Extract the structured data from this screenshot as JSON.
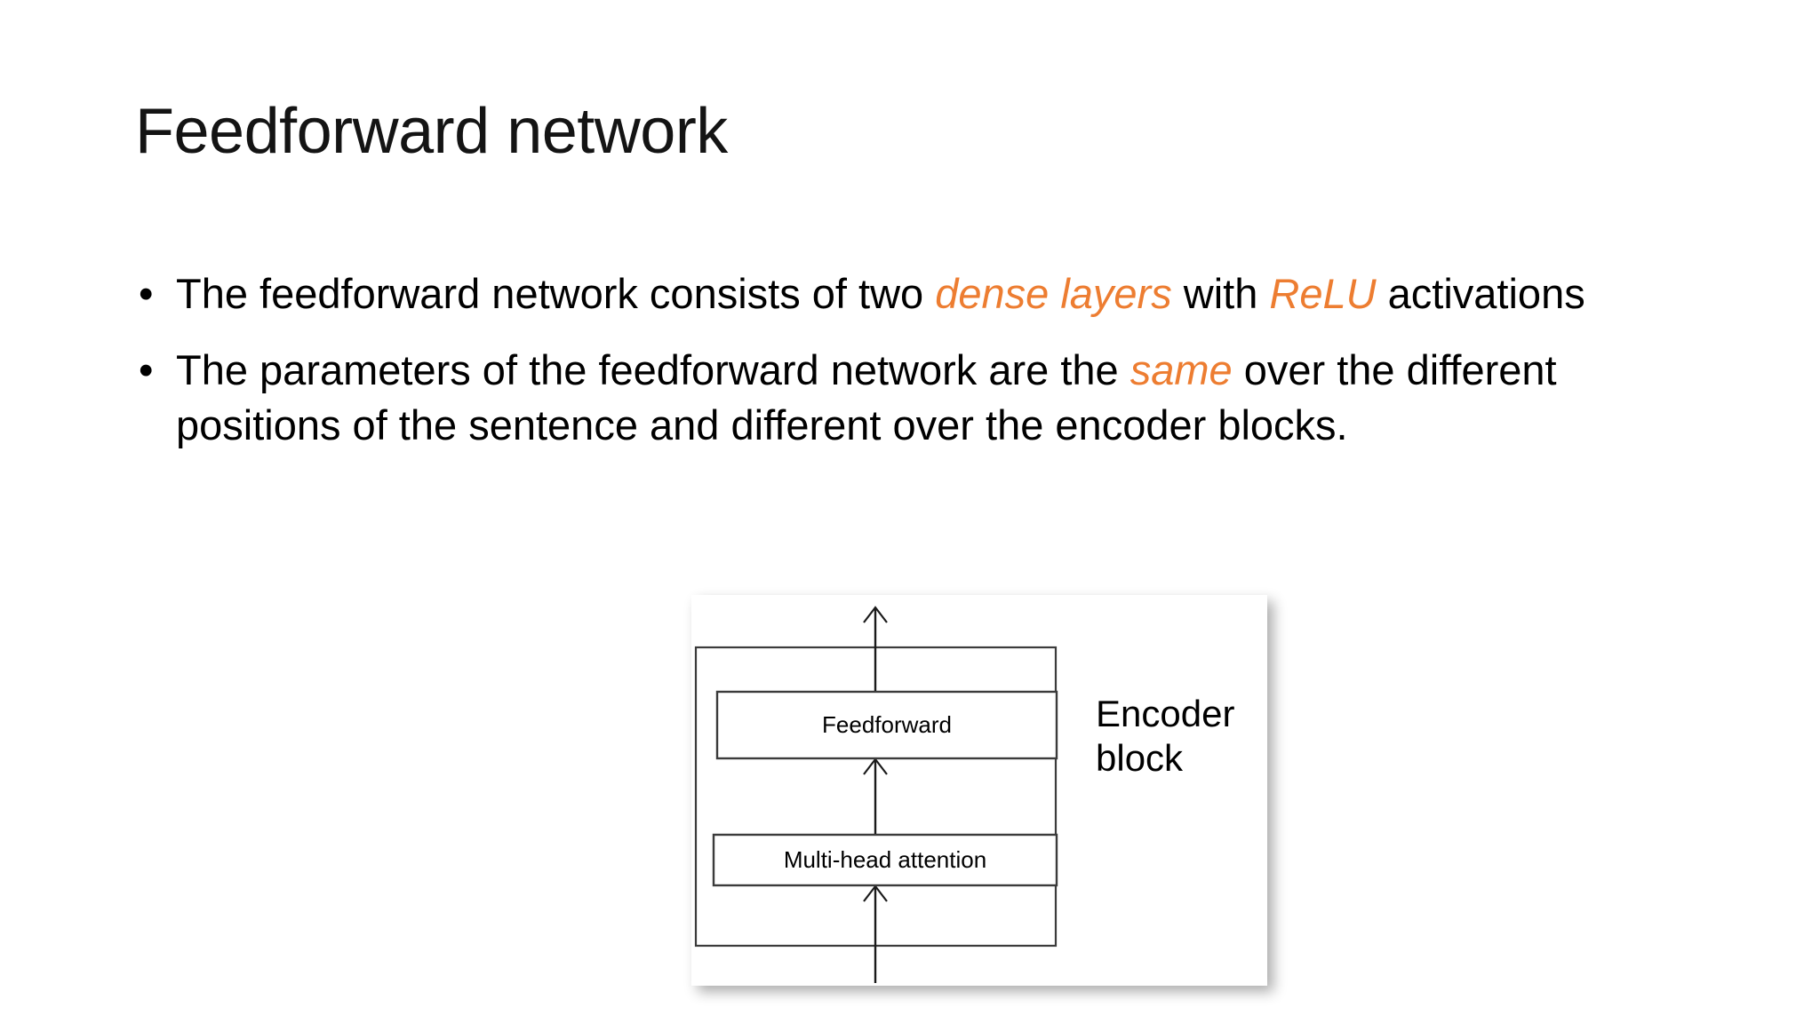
{
  "slide": {
    "title": "Feedforward network",
    "accent_color": "#ED7D31",
    "text_color": "#000000",
    "background_color": "#FFFFFF"
  },
  "bullets": [
    {
      "marker": "•",
      "segments": [
        {
          "text": "The feedforward network consists of two ",
          "style": "normal"
        },
        {
          "text": "dense layers",
          "style": "accent-italic"
        },
        {
          "text": " with ",
          "style": "normal"
        },
        {
          "text": "ReLU",
          "style": "accent-italic"
        },
        {
          "text": " activations",
          "style": "normal"
        }
      ]
    },
    {
      "marker": "•",
      "segments": [
        {
          "text": "The parameters of the feedforward network are the ",
          "style": "normal"
        },
        {
          "text": "same",
          "style": "accent-italic"
        },
        {
          "text": " over the different positions of the sentence and different over the encoder blocks.",
          "style": "normal"
        }
      ]
    }
  ],
  "diagram": {
    "outer_block_label": "Encoder block",
    "outer_block_label_lines": [
      "Encoder",
      "block"
    ],
    "boxes": [
      {
        "id": "feedforward",
        "label": "Feedforward"
      },
      {
        "id": "multi-head-attention",
        "label": "Multi-head attention"
      }
    ],
    "arrows": [
      {
        "id": "input-arrow",
        "from": "below-block",
        "to": "multi-head-attention"
      },
      {
        "id": "attention-to-feedforward-arrow",
        "from": "multi-head-attention",
        "to": "feedforward"
      },
      {
        "id": "output-arrow",
        "from": "feedforward",
        "to": "above-block"
      }
    ]
  }
}
